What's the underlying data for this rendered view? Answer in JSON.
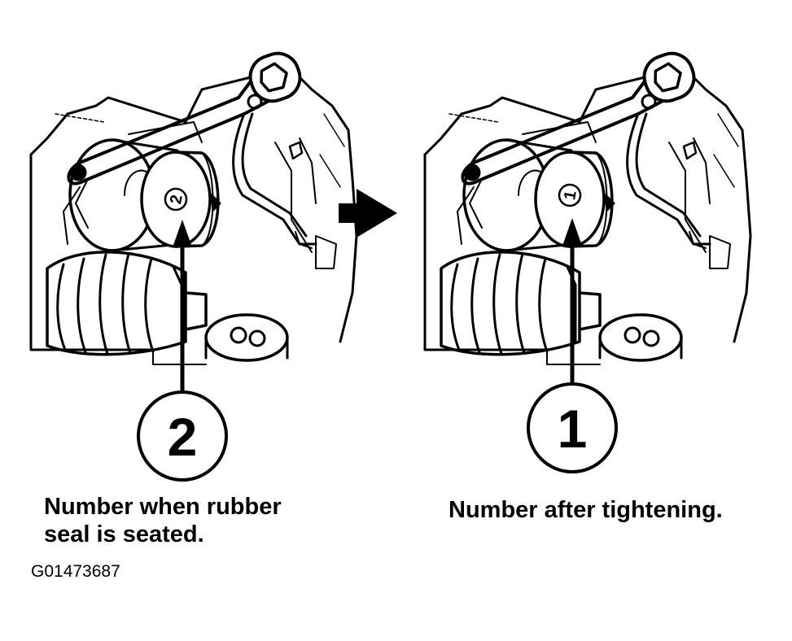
{
  "panels": [
    {
      "id": "before",
      "callout_number": "2",
      "part_mark": "2",
      "caption_line1": "Number when rubber",
      "caption_line2": "seal is seated."
    },
    {
      "id": "after",
      "callout_number": "1",
      "part_mark": "1",
      "caption_line1": "Number after tightening."
    }
  ],
  "figure_id": "G01473687",
  "colors": {
    "ink": "#000000",
    "paper": "#ffffff"
  },
  "icons": {
    "transition": "arrow-right-icon"
  }
}
